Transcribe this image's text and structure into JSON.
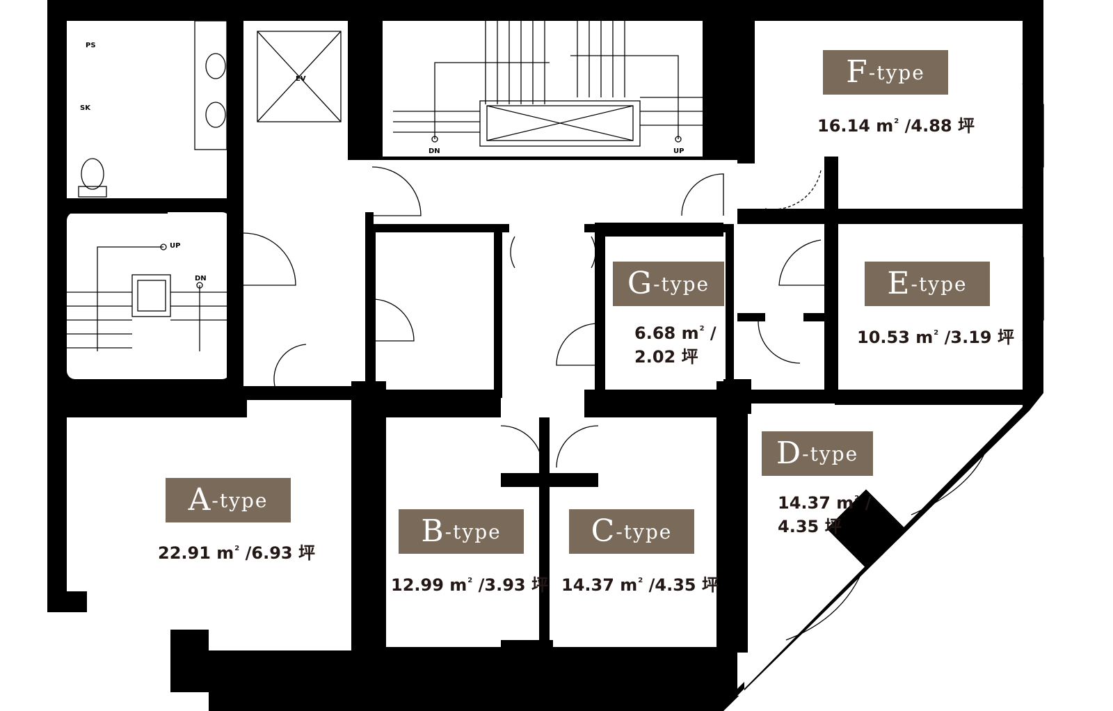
{
  "units": [
    {
      "id": "F",
      "letter": "F",
      "suffix": "-type",
      "area": "16.14",
      "tsubo": "4.88"
    },
    {
      "id": "E",
      "letter": "E",
      "suffix": "-type",
      "area": "10.53",
      "tsubo": "3.19"
    },
    {
      "id": "G",
      "letter": "G",
      "suffix": "-type",
      "area": "6.68",
      "tsubo": "2.02"
    },
    {
      "id": "D",
      "letter": "D",
      "suffix": "-type",
      "area": "14.37",
      "tsubo": "4.35"
    },
    {
      "id": "A",
      "letter": "A",
      "suffix": "-type",
      "area": "22.91",
      "tsubo": "6.93"
    },
    {
      "id": "B",
      "letter": "B",
      "suffix": "-type",
      "area": "12.99",
      "tsubo": "3.93"
    },
    {
      "id": "C",
      "letter": "C",
      "suffix": "-type",
      "area": "14.37",
      "tsubo": "4.35"
    }
  ],
  "unit_symbols": {
    "sqm": "m",
    "sqm_sup": "2",
    "slash": "/",
    "tsubo": "坪"
  },
  "small_labels": {
    "ps": "PS",
    "sk": "SK",
    "ev": "EV",
    "up": "UP",
    "dn": "DN"
  },
  "colors": {
    "label_bg": "#7a6a5a",
    "wall": "#000000",
    "text": "#231815"
  }
}
